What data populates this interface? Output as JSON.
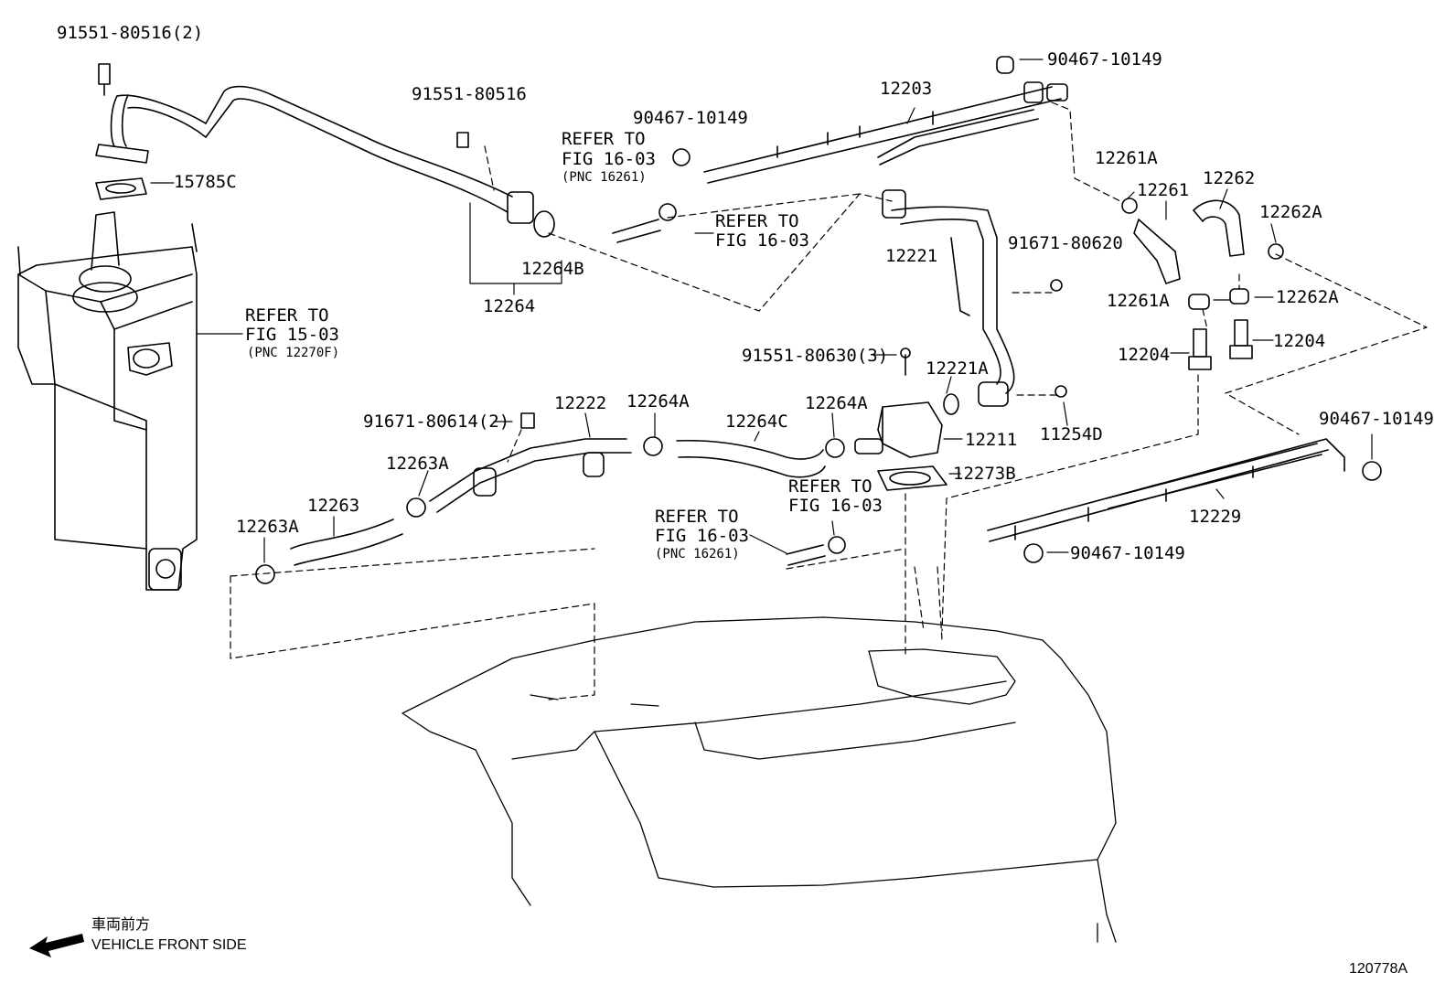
{
  "labels": {
    "p_91551_80516_2": "91551-80516(2)",
    "p_15785C": "15785C",
    "p_91551_80516": "91551-80516",
    "p_12264B": "12264B",
    "p_12264": "12264",
    "p_90467_10149_a": "90467-10149",
    "p_90467_10149_b": "90467-10149",
    "p_12203": "12203",
    "p_12261A_a": "12261A",
    "p_12261": "12261",
    "p_12262": "12262",
    "p_12262A_a": "12262A",
    "p_12221": "12221",
    "p_91671_80620": "91671-80620",
    "p_12261A_b": "12261A",
    "p_12262A_b": "12262A",
    "p_12204_a": "12204",
    "p_12204_b": "12204",
    "p_91551_80630_3": "91551-80630(3)",
    "p_12221A": "12221A",
    "p_11254D": "11254D",
    "p_12211": "12211",
    "p_12273B": "12273B",
    "p_91671_80614_2": "91671-80614(2)",
    "p_12222": "12222",
    "p_12264A_a": "12264A",
    "p_12264C": "12264C",
    "p_12264A_b": "12264A",
    "p_12263A_a": "12263A",
    "p_12263": "12263",
    "p_12263A_b": "12263A",
    "p_90467_10149_c": "90467-10149",
    "p_12229": "12229",
    "p_90467_10149_d": "90467-10149"
  },
  "refs": {
    "r1_line1": "REFER TO",
    "r1_line2": "FIG 16-03",
    "r1_line3": "(PNC 16261)",
    "r2_line1": "REFER TO",
    "r2_line2": "FIG 16-03",
    "r3_line1": "REFER TO",
    "r3_line2": "FIG 15-03",
    "r3_line3": "(PNC 12270F)",
    "r4_line1": "REFER TO",
    "r4_line2": "FIG 16-03",
    "r5_line1": "REFER TO",
    "r5_line2": "FIG 16-03",
    "r5_line3": "(PNC 16261)"
  },
  "orientation": {
    "japanese": "車両前方",
    "english": "VEHICLE FRONT SIDE"
  },
  "figure_id": "120778A",
  "colors": {
    "line": "#000000",
    "background": "#ffffff"
  }
}
